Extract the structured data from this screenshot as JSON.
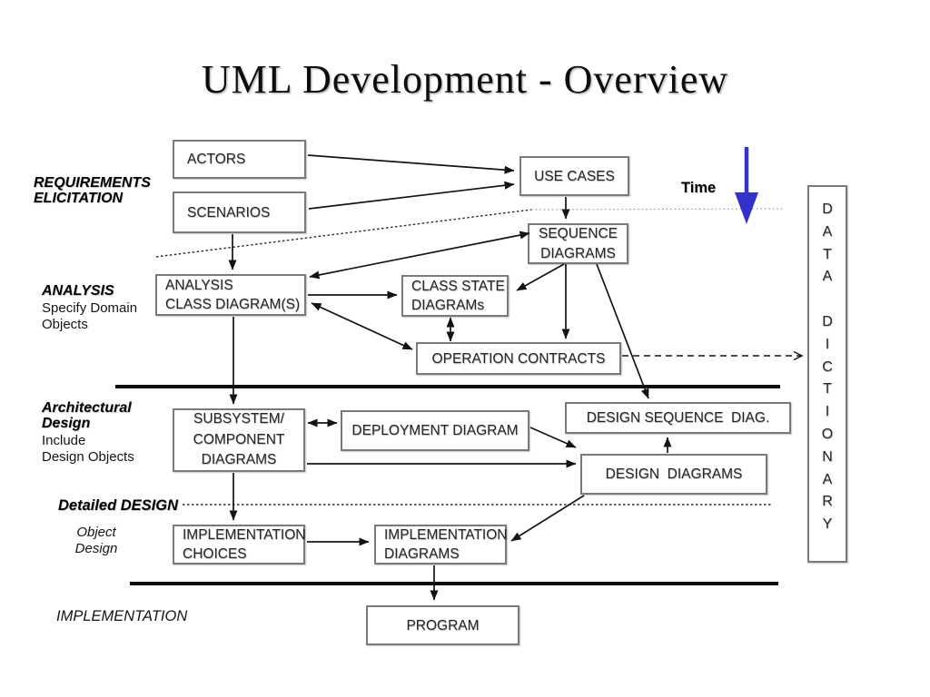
{
  "slide": {
    "title": "UML Development - Overview",
    "time_label": "Time"
  },
  "phases": {
    "requirements": {
      "heading": "REQUIREMENTS\nELICITATION"
    },
    "analysis": {
      "heading": "ANALYSIS",
      "note": "Specify Domain\nObjects"
    },
    "architectural_design": {
      "heading": "Architectural\nDesign",
      "note": "Include\nDesign Objects"
    },
    "detailed_design": {
      "heading": "Detailed DESIGN",
      "note": "Object\nDesign"
    },
    "implementation": {
      "heading": "IMPLEMENTATION"
    }
  },
  "nodes": {
    "actors": "ACTORS",
    "scenarios": "SCENARIOS",
    "use_cases": "USE CASES",
    "sequence_diagrams": "SEQUENCE\nDIAGRAMS",
    "analysis_class_diagrams": "ANALYSIS\nCLASS DIAGRAM(S)",
    "class_state_diagrams": "CLASS STATE\nDIAGRAMs",
    "operation_contracts": "OPERATION CONTRACTS",
    "subsystem_component_diagrams": "SUBSYSTEM/\nCOMPONENT\nDIAGRAMS",
    "deployment_diagram": "DEPLOYMENT DIAGRAM",
    "design_sequence_diag": "DESIGN SEQUENCE  DIAG.",
    "design_diagrams": "DESIGN  DIAGRAMS",
    "implementation_choices": "IMPLEMENTATION\nCHOICES",
    "implementation_diagrams": "IMPLEMENTATION\nDIAGRAMS",
    "program": "PROGRAM",
    "data_dictionary": "D\nA\nT\nA\n\nD\nI\nC\nT\nI\nO\nN\nA\nR\nY"
  },
  "colors": {
    "time_arrow_blue": "#3333cc",
    "node_border_gray": "#7a7a7a",
    "line_black": "#141414",
    "background": "#ffffff"
  }
}
